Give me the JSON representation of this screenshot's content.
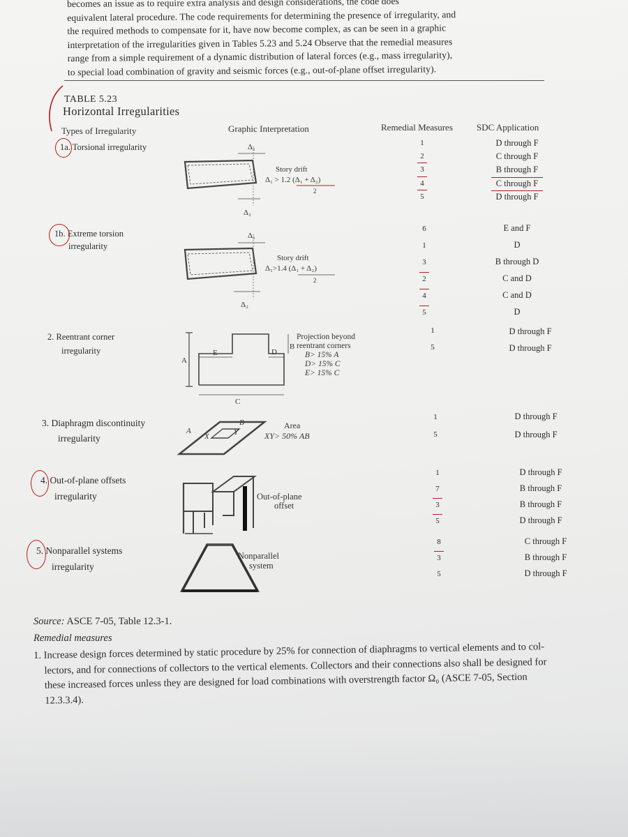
{
  "intro_lines": [
    "becomes an issue as to require extra analysis and design considerations, the code does",
    "equivalent lateral procedure. The code requirements for determining the presence of irregularity, and",
    "the required methods to compensate for it, have now become complex, as can be seen in a graphic",
    "interpretation of the irregularities given in Tables 5.23 and 5.24 Observe that the remedial measures",
    "range from a simple requirement of a dynamic distribution of lateral forces (e.g., mass irregularity),",
    "to special load combination of gravity and seismic forces (e.g., out-of-plane offset irregularity)."
  ],
  "table": {
    "label": "TABLE 5.23",
    "title": "Horizontal Irregularities",
    "headers": {
      "types": "Types of Irregularity",
      "graphic": "Graphic Interpretation",
      "remedial": "Remedial Measures",
      "sdc": "SDC Application"
    },
    "rows": [
      {
        "name_lines": [
          "1a. Torsional irregularity"
        ],
        "remedial": [
          "1",
          "2",
          "3",
          "4",
          "5"
        ],
        "sdc": [
          "D through F",
          "C through F",
          "B through F",
          "C through F",
          "D through F"
        ],
        "fig_labels": {
          "story_drift": "Story drift",
          "formula": "Δ₁ > 1.2 (Δ₁ + Δ₂)",
          "denom": "2",
          "d1": "Δ₁",
          "d2": "Δ₂"
        }
      },
      {
        "name_lines": [
          "1b. Extreme torsion",
          "irregularity"
        ],
        "remedial": [
          "6",
          "1",
          "3",
          "2",
          "4",
          "5"
        ],
        "sdc": [
          "E and F",
          "D",
          "B through D",
          "C and D",
          "C and D",
          "D"
        ],
        "fig_labels": {
          "story_drift": "Story drift",
          "formula": "Δ₁>1.4 (Δ₁ + Δ₂)",
          "denom": "2",
          "d1": "Δ₁",
          "d2": "Δ₂"
        }
      },
      {
        "name_lines": [
          "2. Reentrant corner",
          "irregularity"
        ],
        "remedial": [
          "1",
          "5"
        ],
        "sdc": [
          "D through F",
          "D through F"
        ],
        "fig_labels": {
          "proj1": "Projection beyond",
          "proj2": "reentrant corners",
          "b": "B> 15% A",
          "d": "D> 15% C",
          "e": "E> 15% C",
          "A": "A",
          "B": "B",
          "C": "C",
          "D": "D",
          "E": "E"
        }
      },
      {
        "name_lines": [
          "3. Diaphragm discontinuity",
          "irregularity"
        ],
        "remedial": [
          "1",
          "5"
        ],
        "sdc": [
          "D through F",
          "D through F"
        ],
        "fig_labels": {
          "area": "Area",
          "formula": "XY> 50% AB",
          "A": "A",
          "B": "B",
          "X": "X",
          "Y": "Y"
        }
      },
      {
        "name_lines": [
          "4. Out-of-plane offsets",
          "irregularity"
        ],
        "remedial": [
          "1",
          "7",
          "3",
          "5"
        ],
        "sdc": [
          "D through F",
          "B through F",
          "B through F",
          "D through F"
        ],
        "fig_labels": {
          "l1": "Out-of-plane",
          "l2": "offset"
        }
      },
      {
        "name_lines": [
          "5. Nonparallel systems",
          "irregularity"
        ],
        "remedial": [
          "8",
          "3",
          "5"
        ],
        "sdc": [
          "C through F",
          "B through F",
          "D through F"
        ],
        "fig_labels": {
          "l1": "Nonparallel",
          "l2": "system"
        }
      }
    ]
  },
  "source": {
    "label": "Source:",
    "text": "ASCE 7-05, Table 12.3-1."
  },
  "remedial_heading": "Remedial measures",
  "note_lines": [
    "1. Increase design forces determined by static procedure by 25% for connection of diaphragms to vertical elements and to col-",
    "lectors, and for connections of collectors to the vertical elements. Collectors and their connections also shall be designed for",
    "these increased forces unless they are designed for load combinations with overstrength factor Ω₀ (ASCE 7-05, Section",
    "12.3.3.4)."
  ]
}
